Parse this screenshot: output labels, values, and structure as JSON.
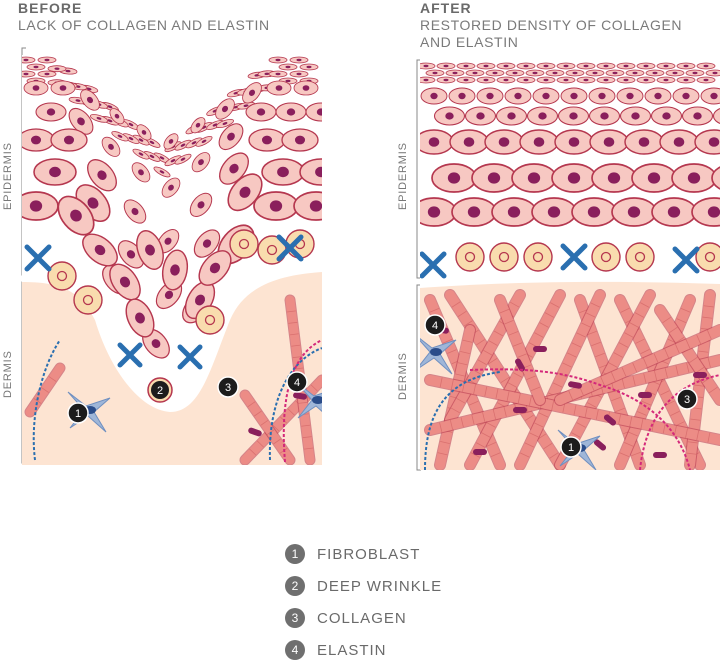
{
  "before": {
    "title": "BEFORE",
    "subtitle_line1": "LACK OF COLLAGEN AND ELASTIN",
    "epidermis_label": "EPIDERMIS",
    "dermis_label": "DERMIS"
  },
  "after": {
    "title": "AFTER",
    "subtitle_line1": "RESTORED DENSITY OF COLLAGEN",
    "subtitle_line2": "AND ELASTIN",
    "epidermis_label": "EPIDERMIS",
    "dermis_label": "DERMIS"
  },
  "markers": {
    "fibroblast": "1",
    "deep_wrinkle": "2",
    "collagen": "3",
    "elastin": "4"
  },
  "legend": [
    {
      "number": "1",
      "label": "FIBROBLAST"
    },
    {
      "number": "2",
      "label": "DEEP WRINKLE"
    },
    {
      "number": "3",
      "label": "COLLAGEN"
    },
    {
      "number": "4",
      "label": "ELASTIN"
    }
  ],
  "colors": {
    "cell_fill": "#f7c8c2",
    "cell_stroke": "#b5374f",
    "nucleus": "#8a1f5c",
    "dermis_bg": "#fde4d2",
    "collagen": "#ec8c86",
    "elastin_blue": "#2a6fb0",
    "elastin_pink": "#d4287a",
    "cross": "#2a6fb0",
    "round_cell": "#f9dcae"
  }
}
